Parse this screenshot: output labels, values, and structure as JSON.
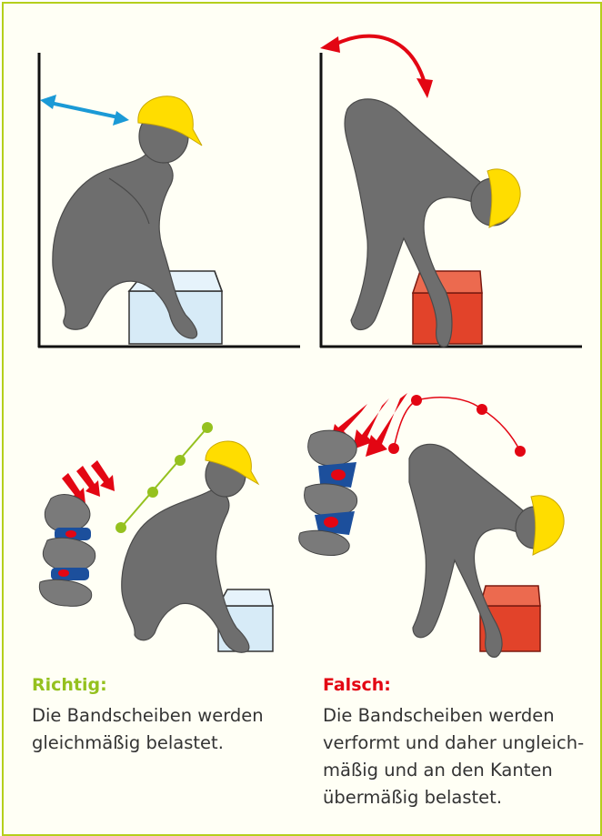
{
  "colors": {
    "frame": "#b5cf1c",
    "right": "#95c11f",
    "wrong": "#e30613",
    "body": "#6e6e6e",
    "helmet": "#ffdd00",
    "box_light": "#d7ebf7",
    "box_red": "#e2432a",
    "arrow_blue": "#1b9ad6"
  },
  "captions": {
    "right": {
      "heading": "Richtig:",
      "lines": [
        "Die Bandscheiben werden",
        "gleichmäßig belastet."
      ]
    },
    "wrong": {
      "heading": "Falsch:",
      "lines": [
        "Die Bandscheiben werden",
        "verformt und daher ungleich-",
        "mäßig und an den Kanten",
        "übermäßig belastet."
      ]
    }
  }
}
